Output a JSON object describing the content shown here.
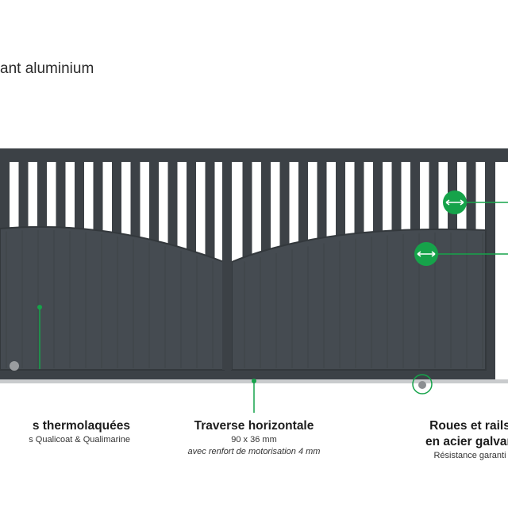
{
  "heading": "ant aluminium",
  "colors": {
    "frame": "#3c4146",
    "panel": "#454b51",
    "accent": "#16a34a",
    "rail": "#c9cbcd"
  },
  "icons": {
    "arrow": "double-arrow-icon"
  },
  "labels": {
    "left": {
      "title": "s thermolaquées",
      "sub": "s Qualicoat & Qualimarine"
    },
    "middle": {
      "title": "Traverse horizontale",
      "sub": "90 x 36 mm",
      "note": "avec renfort de motorisation 4 mm"
    },
    "right": {
      "title1": "Roues et rails",
      "title2": "en acier galvan",
      "sub": "Résistance garanti"
    }
  }
}
